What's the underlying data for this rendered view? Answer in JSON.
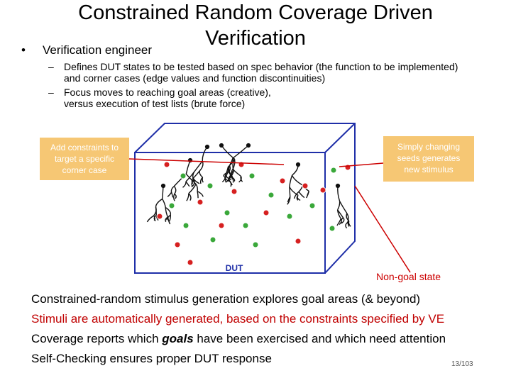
{
  "slide": {
    "title_line1": "Constrained Random Coverage Driven",
    "title_line2": "Verification",
    "bullet_symbol": "•",
    "bullet_text": "Verification engineer",
    "sub_bullets": [
      {
        "dash": "–",
        "line1": "Defines DUT states to be tested based on spec behavior (the function to be implemented)",
        "line2": "and corner cases (edge values and function discontinuities)"
      },
      {
        "dash": "–",
        "line1": "Focus moves to reaching goal areas (creative),",
        "line2": "versus execution of test lists (brute force)"
      }
    ],
    "diagram": {
      "left_box": [
        "Add constraints to",
        "target a specific",
        "corner case"
      ],
      "right_box": [
        "Simply changing",
        "seeds generates",
        "new stimulus"
      ],
      "dut_label": "DUT",
      "non_goal_label": "Non-goal state",
      "colors": {
        "cube_edge": "#1f2fa8",
        "callout_fill": "#f6c774",
        "callout_text": "#ffffff",
        "arrow": "#cc0000",
        "goal_marker": "#3aa83a",
        "nongoal_marker": "#d62020"
      }
    },
    "paragraphs": [
      {
        "before": "Constrained-random stimulus generation explores goal areas (& beyond)",
        "emph": "",
        "after": ""
      },
      {
        "before": "Stimuli are automatically generated, based on the constraints specified by VE",
        "emph": "",
        "after": ""
      },
      {
        "before": "Coverage reports which ",
        "emph": "goals",
        "after": " have been exercised and which need attention"
      },
      {
        "before": "Self-Checking ensures proper DUT response",
        "emph": "",
        "after": ""
      }
    ],
    "page_number": "13/103"
  }
}
